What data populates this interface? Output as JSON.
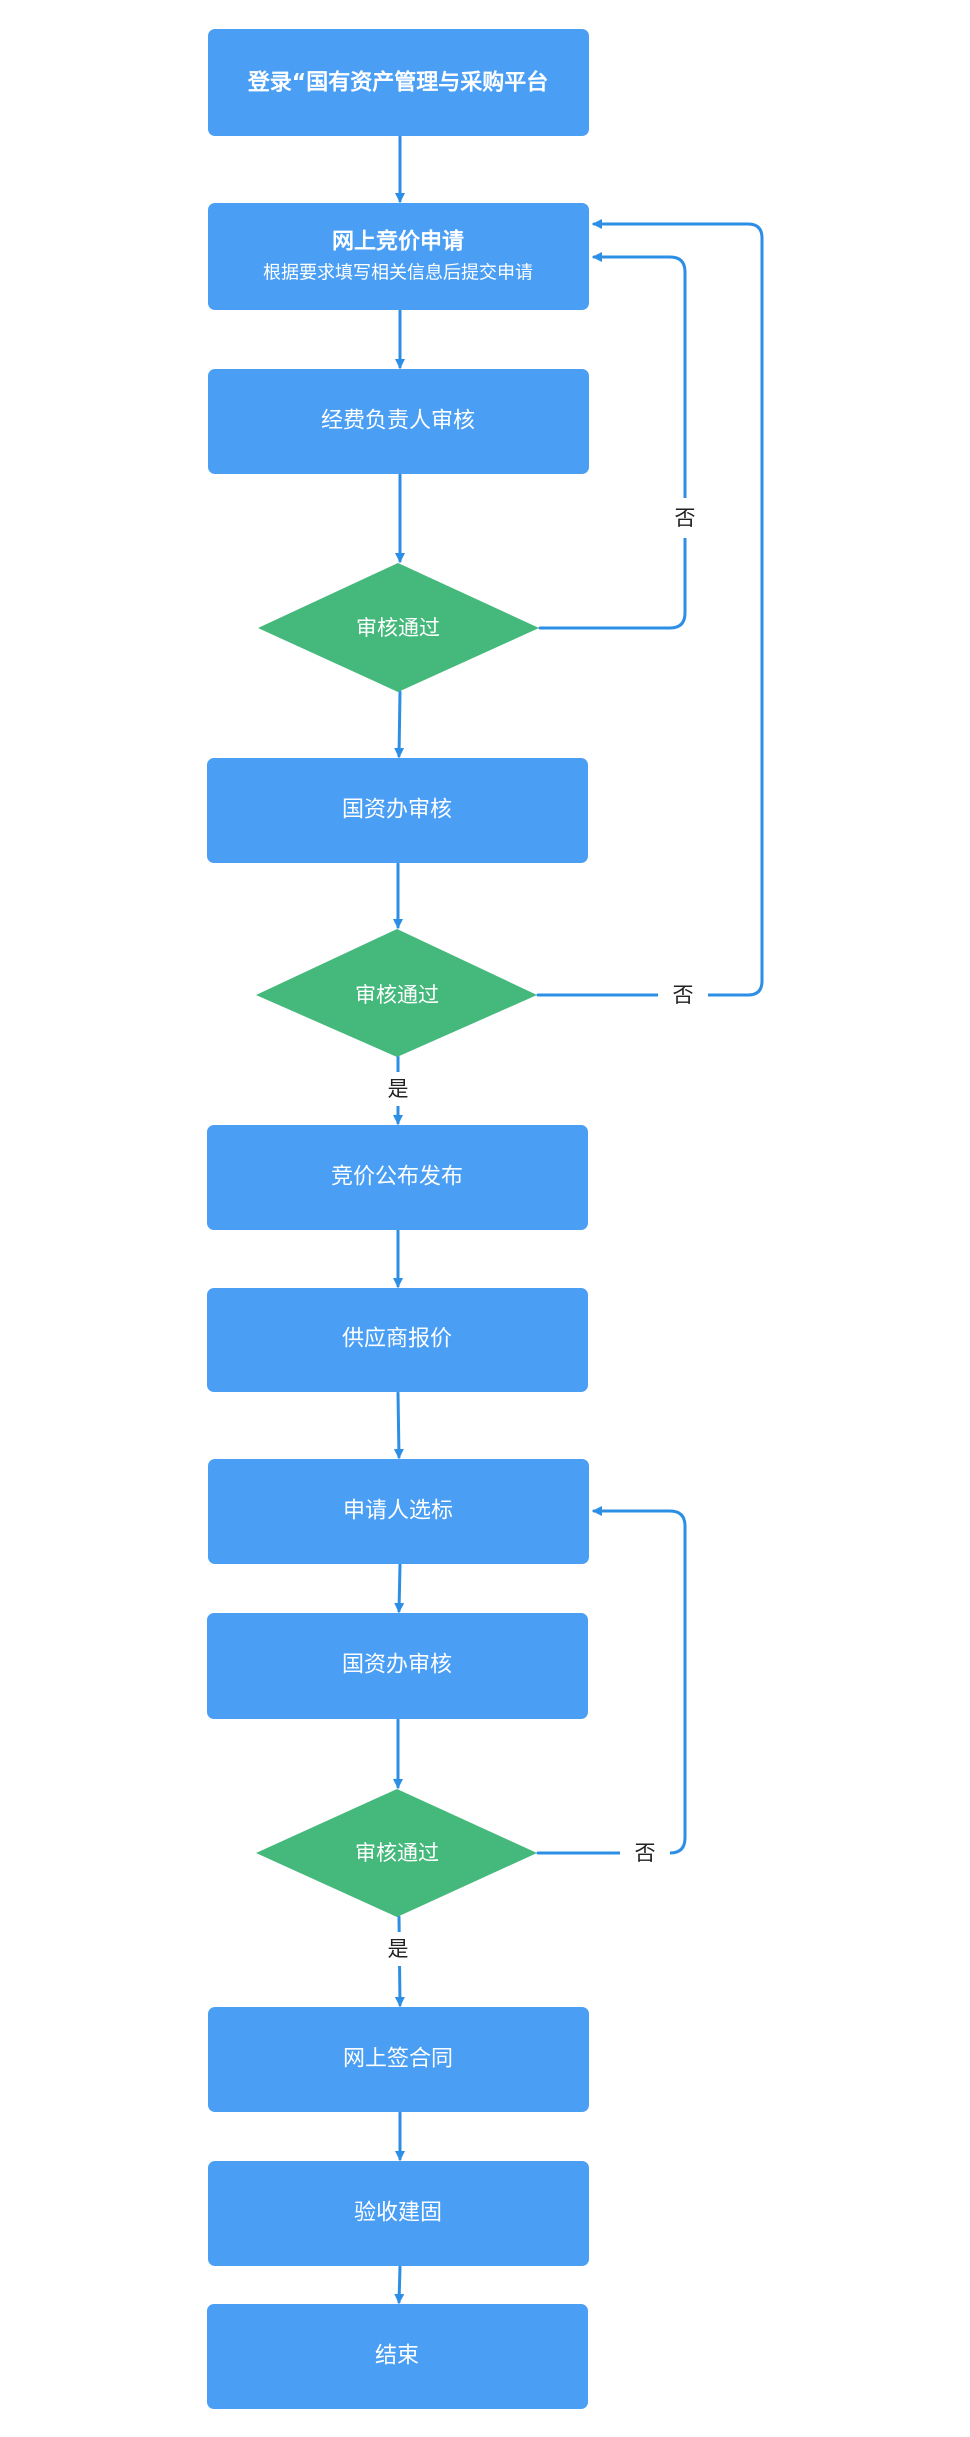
{
  "colors": {
    "process": "#4a9ff5",
    "decision": "#45b97c",
    "arrow": "#2d8ee6",
    "node_text": "#ffffff",
    "edge_text": "#222222"
  },
  "nodes": {
    "login": {
      "line1": "登录“国有资产管理与采购平台"
    },
    "online_bid_apply": {
      "line1": "网上竞价申请",
      "line2": "根据要求填写相关信息后提交申请"
    },
    "funds_review": {
      "line1": "经费负责人审核"
    },
    "decision_1": {
      "line1": "审核通过"
    },
    "asset_office_review_1": {
      "line1": "国资办审核"
    },
    "decision_2": {
      "line1": "审核通过"
    },
    "bid_publish": {
      "line1": "竞价公布发布"
    },
    "supplier_quote": {
      "line1": "供应商报价"
    },
    "applicant_select": {
      "line1": "申请人选标"
    },
    "asset_office_review_2": {
      "line1": "国资办审核"
    },
    "decision_3": {
      "line1": "审核通过"
    },
    "online_contract": {
      "line1": "网上签合同"
    },
    "acceptance": {
      "line1": "验收建固"
    },
    "end": {
      "line1": "结束"
    }
  },
  "edge_labels": {
    "no_1": "否",
    "no_2": "否",
    "yes_2": "是",
    "no_3": "否",
    "yes_3": "是"
  }
}
